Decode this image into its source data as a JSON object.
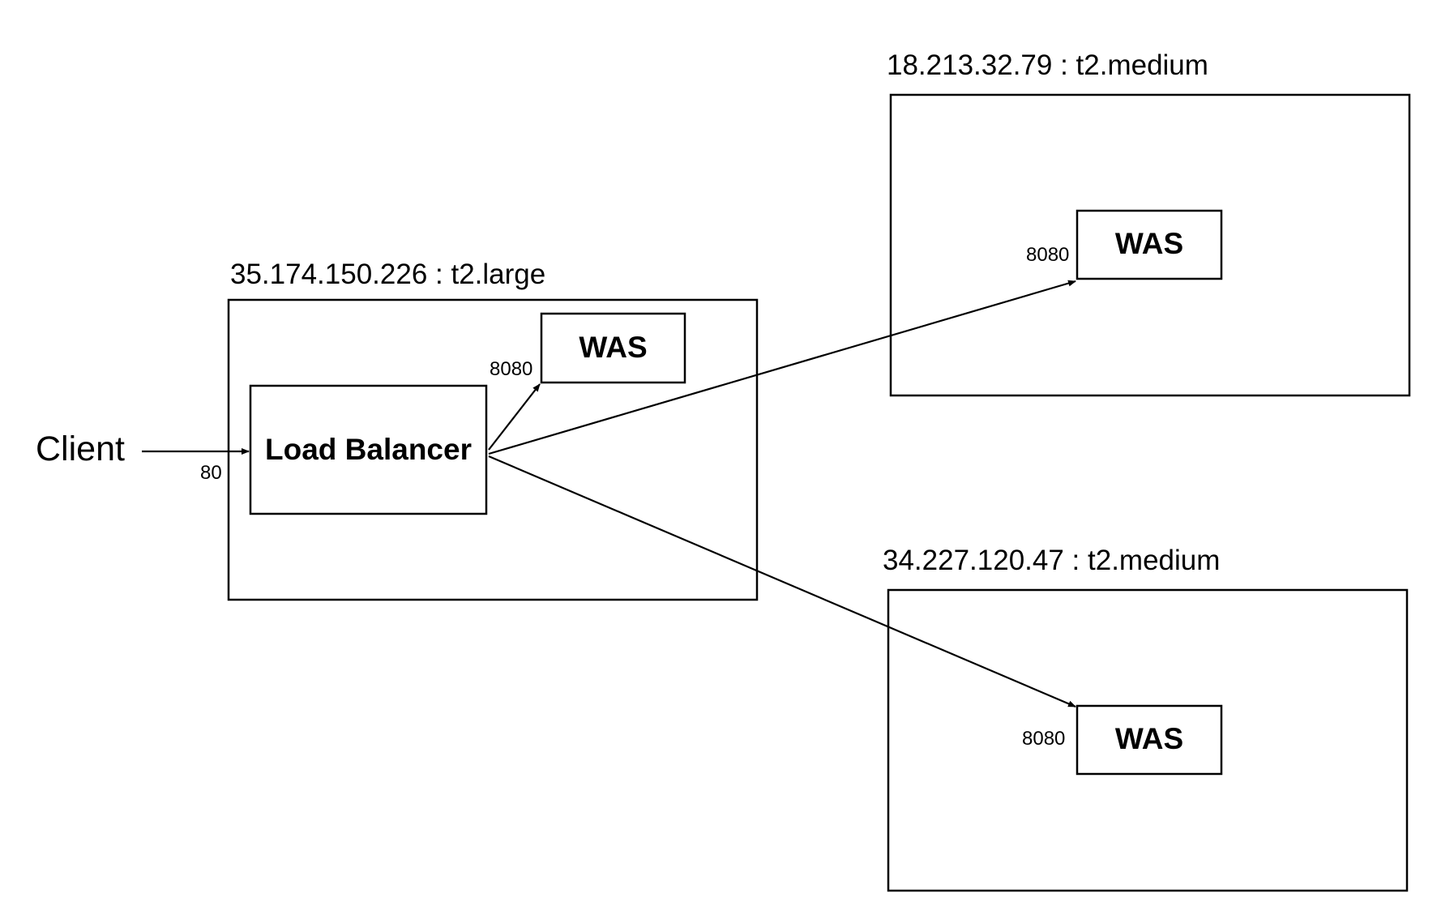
{
  "client": {
    "label": "Client"
  },
  "hosts": [
    {
      "id": "lb-host",
      "label": "35.174.150.226 : t2.large"
    },
    {
      "id": "was-host-1",
      "label": "18.213.32.79 : t2.medium"
    },
    {
      "id": "was-host-2",
      "label": "34.227.120.47 : t2.medium"
    }
  ],
  "nodes": {
    "load_balancer": {
      "label": "Load Balancer",
      "port": "80"
    },
    "was_local": {
      "label": "WAS",
      "port": "8080"
    },
    "was_host1": {
      "label": "WAS",
      "port": "8080"
    },
    "was_host2": {
      "label": "WAS",
      "port": "8080"
    }
  },
  "edges": [
    {
      "from": "client",
      "to": "load_balancer"
    },
    {
      "from": "load_balancer",
      "to": "was_local"
    },
    {
      "from": "load_balancer",
      "to": "was_host1"
    },
    {
      "from": "load_balancer",
      "to": "was_host2"
    }
  ],
  "colors": {
    "stroke": "#000000",
    "background": "#ffffff"
  }
}
